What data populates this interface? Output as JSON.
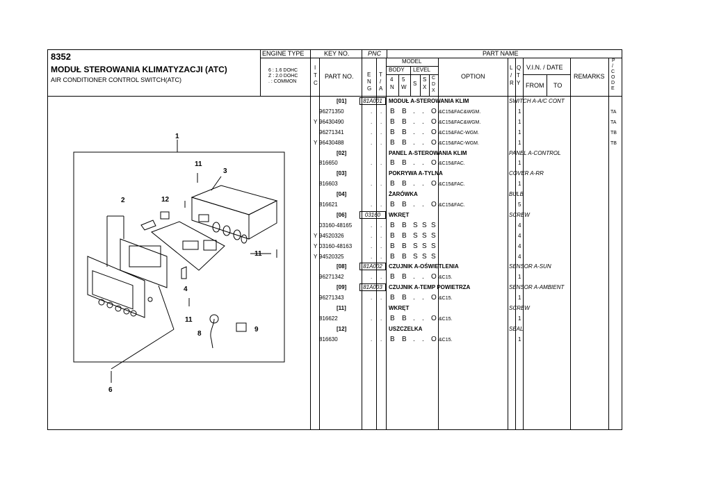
{
  "header": {
    "page_number": "8352",
    "title_pl": "MODUŁ STEROWANIA KLIMATYZACJI (ATC)",
    "title_en": "AIR CONDITIONER CONTROL SWITCH(ATC)",
    "engine_type_label": "ENGINE TYPE",
    "engine_types": [
      "6 : 1.6 DOHC",
      "Z : 2.0 DOHC",
      ". : COMMON"
    ]
  },
  "columns": {
    "key_no": "KEY NO.",
    "pnc": "PNC",
    "part_name": "PART NAME",
    "itc": [
      "I",
      "T",
      "C"
    ],
    "part_no": "PART NO.",
    "model": "MODEL",
    "body": "BODY",
    "level": "LEVEL",
    "eng": [
      "E",
      "N",
      "G"
    ],
    "ta": [
      "T",
      "/",
      "A"
    ],
    "body_4n": [
      "4",
      "N"
    ],
    "body_5w": [
      "5",
      "W"
    ],
    "level_s": "S",
    "level_sx": [
      "S",
      "X"
    ],
    "level_cdx": [
      "C",
      "D",
      "X"
    ],
    "option": "OPTION",
    "lr": [
      "L",
      "/",
      "R"
    ],
    "qty": [
      "Q",
      "T",
      "Y"
    ],
    "vin_date": "V.I.N. / DATE",
    "from": "FROM",
    "to": "TO",
    "remarks": "REMARKS",
    "pcode": [
      "P",
      "/",
      "C",
      "O",
      "D",
      "E"
    ]
  },
  "diagram": {
    "callouts": [
      "1",
      "2",
      "3",
      "4",
      "6",
      "8",
      "9",
      "11",
      "11",
      "11",
      "12"
    ]
  },
  "rows": [
    {
      "kind": "group",
      "key": "[01]",
      "pnc": "81A001",
      "name_pl": "MODUŁ A-STEROWANIA KLIM",
      "name_en": "SWITCH A-A/C CONT"
    },
    {
      "kind": "part",
      "itc": "",
      "part_no": "96271350",
      "eng": ".",
      "ta": ".",
      "b4": "B",
      "b5": "B",
      "s": ".",
      "sx": ".",
      "cdx": "O",
      "option": "&C15&FAC&WGM.",
      "qty": "1",
      "remarks": "TA"
    },
    {
      "kind": "part",
      "itc": "Y",
      "part_no": "96430490",
      "eng": ".",
      "ta": ".",
      "b4": "B",
      "b5": "B",
      "s": ".",
      "sx": ".",
      "cdx": "O",
      "option": "&C15&FAC&WGM.",
      "qty": "1",
      "remarks": "TA"
    },
    {
      "kind": "part",
      "itc": "",
      "part_no": "96271341",
      "eng": ".",
      "ta": ".",
      "b4": "B",
      "b5": "B",
      "s": ".",
      "sx": ".",
      "cdx": "O",
      "option": "&C15&FAC-WGM.",
      "qty": "1",
      "remarks": "TB"
    },
    {
      "kind": "part",
      "itc": "Y",
      "part_no": "96430488",
      "eng": ".",
      "ta": ".",
      "b4": "B",
      "b5": "B",
      "s": ".",
      "sx": ".",
      "cdx": "O",
      "option": "&C15&FAC-WGM.",
      "qty": "1",
      "remarks": "TB"
    },
    {
      "kind": "group",
      "key": "[02]",
      "pnc": "",
      "name_pl": "PANEL A-STEROWANIA KLIM",
      "name_en": "PANEL A-CONTROL"
    },
    {
      "kind": "part",
      "itc": "",
      "part_no": "816650",
      "eng": ".",
      "ta": ".",
      "b4": "B",
      "b5": "B",
      "s": ".",
      "sx": ".",
      "cdx": "O",
      "option": "&C15&FAC.",
      "qty": "1",
      "remarks": ""
    },
    {
      "kind": "group",
      "key": "[03]",
      "pnc": "",
      "name_pl": "POKRYWA A-TYLNA",
      "name_en": "COVER A-RR"
    },
    {
      "kind": "part",
      "itc": "",
      "part_no": "816603",
      "eng": ".",
      "ta": ".",
      "b4": "B",
      "b5": "B",
      "s": ".",
      "sx": ".",
      "cdx": "O",
      "option": "&C15&FAC.",
      "qty": "1",
      "remarks": ""
    },
    {
      "kind": "group",
      "key": "[04]",
      "pnc": "",
      "name_pl": "ŻARÓWKA",
      "name_en": "BULB"
    },
    {
      "kind": "part",
      "itc": "",
      "part_no": "816621",
      "eng": ".",
      "ta": ".",
      "b4": "B",
      "b5": "B",
      "s": ".",
      "sx": ".",
      "cdx": "O",
      "option": "&C15&FAC.",
      "qty": "5",
      "remarks": ""
    },
    {
      "kind": "group",
      "key": "[06]",
      "pnc": "03160",
      "name_pl": "WKRĘT",
      "name_en": "SCREW"
    },
    {
      "kind": "part",
      "itc": "",
      "part_no": "03160-48165",
      "eng": ".",
      "ta": ".",
      "b4": "B",
      "b5": "B",
      "s": "S",
      "sx": "S",
      "cdx": "S",
      "option": "",
      "qty": "4",
      "remarks": ""
    },
    {
      "kind": "part",
      "itc": "Y",
      "part_no": "94520326",
      "eng": ".",
      "ta": ".",
      "b4": "B",
      "b5": "B",
      "s": "S",
      "sx": "S",
      "cdx": "S",
      "option": "",
      "qty": "4",
      "remarks": ""
    },
    {
      "kind": "part",
      "itc": "Y",
      "part_no": "03160-48163",
      "eng": ".",
      "ta": ".",
      "b4": "B",
      "b5": "B",
      "s": "S",
      "sx": "S",
      "cdx": "S",
      "option": "",
      "qty": "4",
      "remarks": ""
    },
    {
      "kind": "part",
      "itc": "Y",
      "part_no": "94520325",
      "eng": ".",
      "ta": ".",
      "b4": "B",
      "b5": "B",
      "s": "S",
      "sx": "S",
      "cdx": "S",
      "option": "",
      "qty": "4",
      "remarks": ""
    },
    {
      "kind": "group",
      "key": "[08]",
      "pnc": "81A002",
      "name_pl": "CZUJNIK A-OŚWIETLENIA",
      "name_en": "SENSOR A-SUN"
    },
    {
      "kind": "part",
      "itc": "",
      "part_no": "96271342",
      "eng": ".",
      "ta": ".",
      "b4": "B",
      "b5": "B",
      "s": ".",
      "sx": ".",
      "cdx": "O",
      "option": "&C15.",
      "qty": "1",
      "remarks": ""
    },
    {
      "kind": "group",
      "key": "[09]",
      "pnc": "81A003",
      "name_pl": "CZUJNIK A-TEMP POWIETRZA",
      "name_en": "SENSOR A-AMBIENT"
    },
    {
      "kind": "part",
      "itc": "",
      "part_no": "96271343",
      "eng": ".",
      "ta": ".",
      "b4": "B",
      "b5": "B",
      "s": ".",
      "sx": ".",
      "cdx": "O",
      "option": "&C15.",
      "qty": "1",
      "remarks": ""
    },
    {
      "kind": "group",
      "key": "[11]",
      "pnc": "",
      "name_pl": "WKRĘT",
      "name_en": "SCREW"
    },
    {
      "kind": "part",
      "itc": "",
      "part_no": "816622",
      "eng": ".",
      "ta": ".",
      "b4": "B",
      "b5": "B",
      "s": ".",
      "sx": ".",
      "cdx": "O",
      "option": "&C15.",
      "qty": "1",
      "remarks": ""
    },
    {
      "kind": "group",
      "key": "[12]",
      "pnc": "",
      "name_pl": "USZCZELKA",
      "name_en": "SEAL"
    },
    {
      "kind": "part",
      "itc": "",
      "part_no": "816630",
      "eng": ".",
      "ta": ".",
      "b4": "B",
      "b5": "B",
      "s": ".",
      "sx": ".",
      "cdx": "O",
      "option": "&C15.",
      "qty": "1",
      "remarks": ""
    }
  ]
}
